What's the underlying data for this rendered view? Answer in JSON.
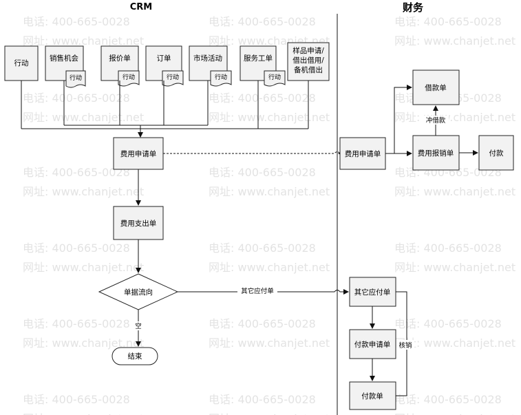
{
  "watermark": {
    "phone": "电话: 400-665-0028",
    "site": "网址: www.chanjet.net"
  },
  "lanes": {
    "crm": "CRM",
    "finance": "财务"
  },
  "nodes": {
    "action": "行动",
    "opportunity": "销售机会",
    "quote": "报价单",
    "order": "订单",
    "campaign": "市场活动",
    "service": "服务工单",
    "sample1": "样品申请/",
    "sample2": "借出借用/",
    "sample3": "备机借出",
    "sub_action": "行动",
    "expense_apply_crm": "费用申请单",
    "expense_pay": "费用支出单",
    "flow_dir": "单据流向",
    "end": "结束",
    "expense_apply_fin": "费用申请单",
    "loan": "借款单",
    "reimburse": "费用报销单",
    "payment": "付款",
    "other_payable": "其它应付单",
    "payment_apply": "付款申请单",
    "payment_doc": "付款单"
  },
  "edges": {
    "offset_loan": "冲借款",
    "other_payable": "其它应付单",
    "empty": "空",
    "verify": "核销"
  }
}
